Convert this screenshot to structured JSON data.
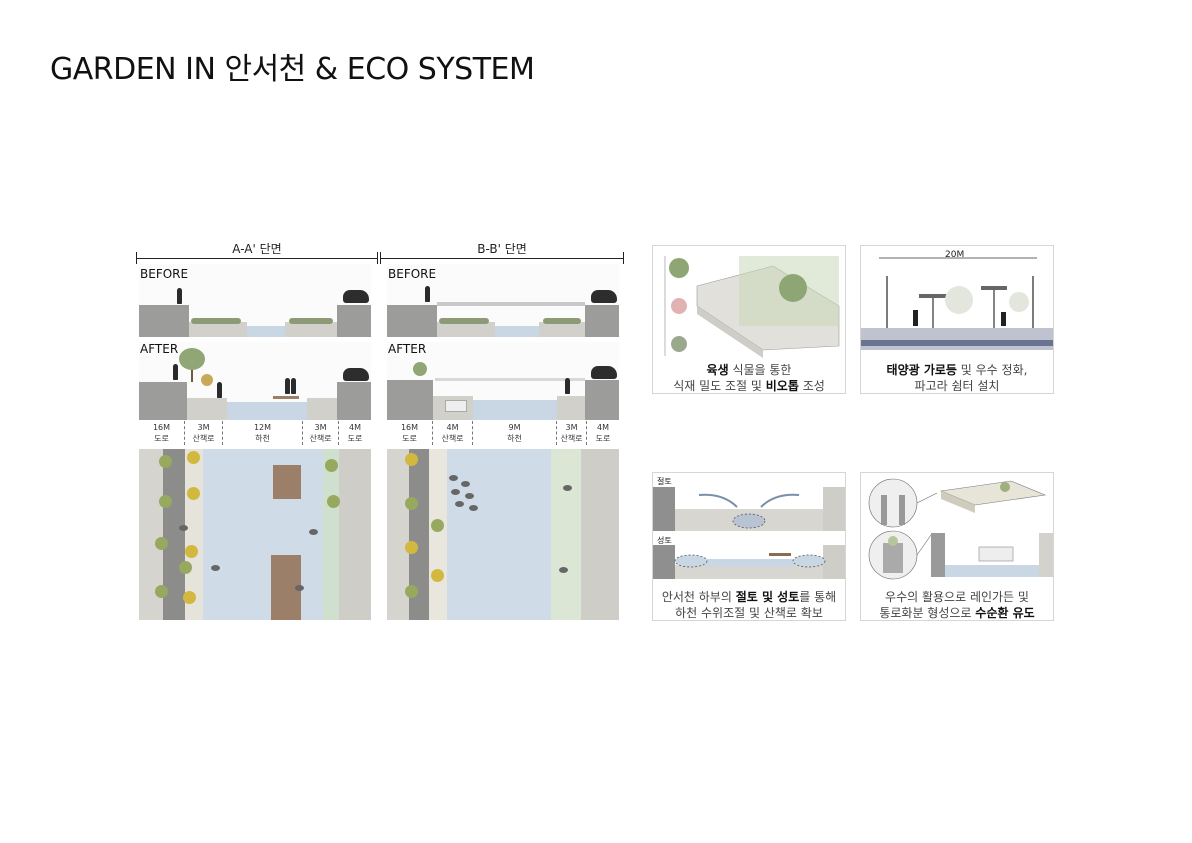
{
  "title": "GARDEN IN 안서천 & ECO SYSTEM",
  "sections": {
    "a": {
      "label": "A-A' 단면",
      "before": "BEFORE",
      "after": "AFTER",
      "dims": [
        {
          "w": "16M",
          "n": "도로"
        },
        {
          "w": "3M",
          "n": "산책로"
        },
        {
          "w": "12M",
          "n": "하천"
        },
        {
          "w": "3M",
          "n": "산책로"
        },
        {
          "w": "4M",
          "n": "도로"
        }
      ]
    },
    "b": {
      "label": "B-B' 단면",
      "before": "BEFORE",
      "after": "AFTER",
      "dims": [
        {
          "w": "16M",
          "n": "도로"
        },
        {
          "w": "4M",
          "n": "산책로"
        },
        {
          "w": "9M",
          "n": "하천"
        },
        {
          "w": "3M",
          "n": "산책로"
        },
        {
          "w": "4M",
          "n": "도로"
        }
      ]
    }
  },
  "cards": {
    "vegetation": {
      "cap1_b": "육생",
      "cap1_rest": " 식물을 통한",
      "cap2_a": "식재 밀도 조절 및 ",
      "cap2_b": "비오톱",
      "cap2_c": " 조성"
    },
    "solar": {
      "dimension": "20M",
      "cap1_b": "태양광 가로등",
      "cap1_rest": " 및 우수 정화,",
      "cap2": "파고라 쉼터 설치"
    },
    "cutfill": {
      "cut": "절토",
      "fill": "성토",
      "cap1_a": "안서천 하부의 ",
      "cap1_b": "절토 및 성토",
      "cap1_c": "를 통해",
      "cap2": "하천 수위조절 및 산책로 확보"
    },
    "rain": {
      "cap1": "우수의 활용으로 레인가든 및",
      "cap2_a": "통로화분 형성으로 ",
      "cap2_b": "수순환 유도"
    }
  }
}
